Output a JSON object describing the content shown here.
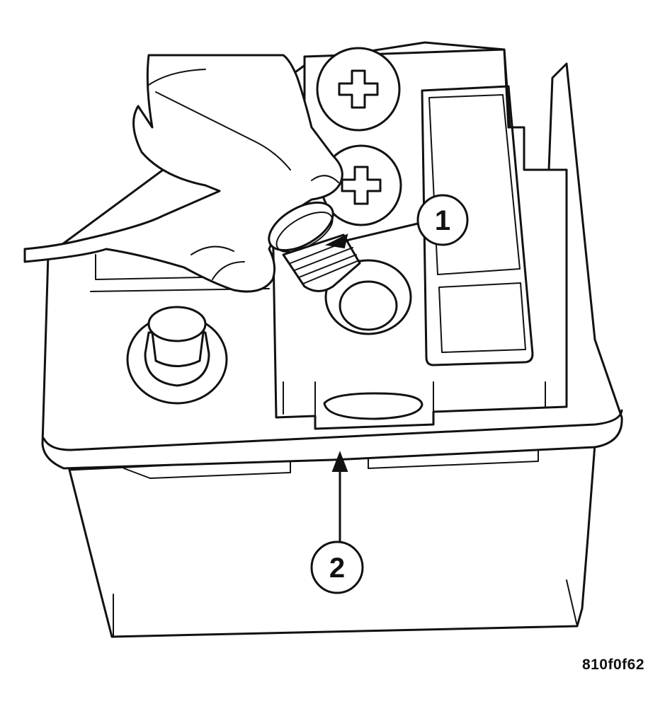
{
  "callouts": [
    {
      "id": "1",
      "label": "1"
    },
    {
      "id": "2",
      "label": "2"
    }
  ],
  "figure_code": "810f0f62",
  "colors": {
    "ink": "#111111",
    "paper": "#ffffff"
  }
}
